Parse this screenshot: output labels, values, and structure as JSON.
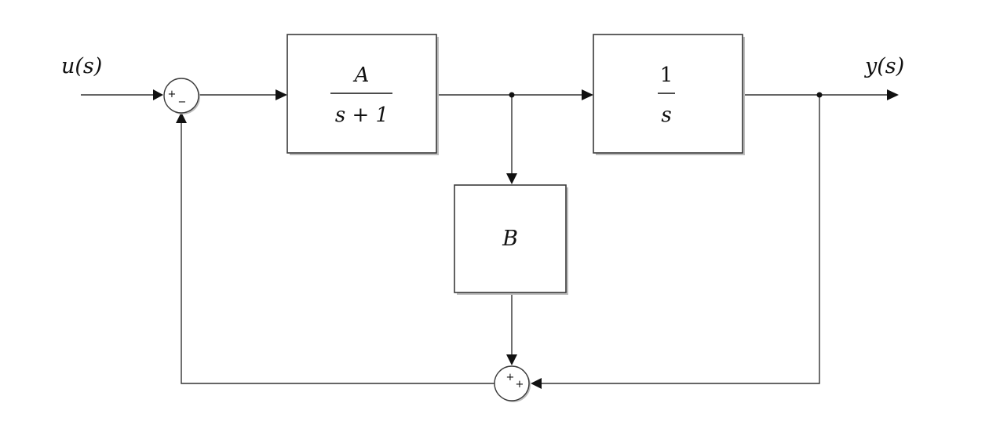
{
  "signals": {
    "input_label": "u(s)",
    "output_label": "y(s)"
  },
  "blocks": {
    "block_1": {
      "numerator": "A",
      "denominator": "s + 1"
    },
    "block_2": {
      "numerator": "1",
      "denominator": "s"
    },
    "block_3": {
      "label": "B"
    }
  },
  "summing_junctions": {
    "sum_1": {
      "signs": [
        "+",
        "−"
      ]
    },
    "sum_2": {
      "signs": [
        "+",
        "+"
      ]
    }
  }
}
